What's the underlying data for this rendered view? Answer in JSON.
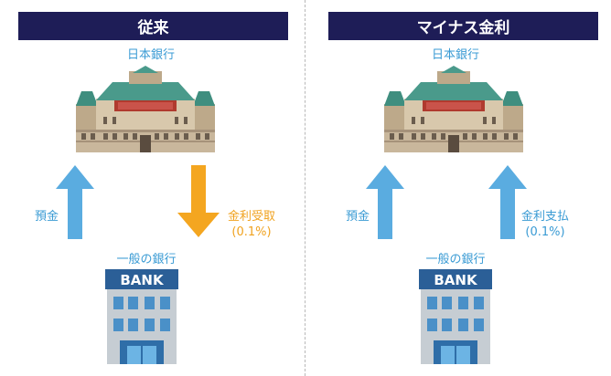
{
  "panels": {
    "left": {
      "header": "従来",
      "central_bank_label": "日本銀行",
      "bank_label": "一般の銀行",
      "deposit_label": "預金",
      "interest_label_line1": "金利受取",
      "interest_label_line2": "(0.1%)",
      "bank_sign": "BANK"
    },
    "right": {
      "header": "マイナス金利",
      "central_bank_label": "日本銀行",
      "bank_label": "一般の銀行",
      "deposit_label": "預金",
      "interest_label_line1": "金利支払",
      "interest_label_line2": "(0.1%)",
      "bank_sign": "BANK"
    }
  },
  "colors": {
    "header_bg": "#1e1d57",
    "header_text": "#ffffff",
    "blue_arrow": "#5aace0",
    "orange_arrow": "#f4a620",
    "blue_text": "#3a9bd4",
    "orange_text": "#f0a21f"
  },
  "icons": {
    "central_bank": "bank-of-japan-building-icon",
    "commercial_bank": "bank-building-icon"
  }
}
